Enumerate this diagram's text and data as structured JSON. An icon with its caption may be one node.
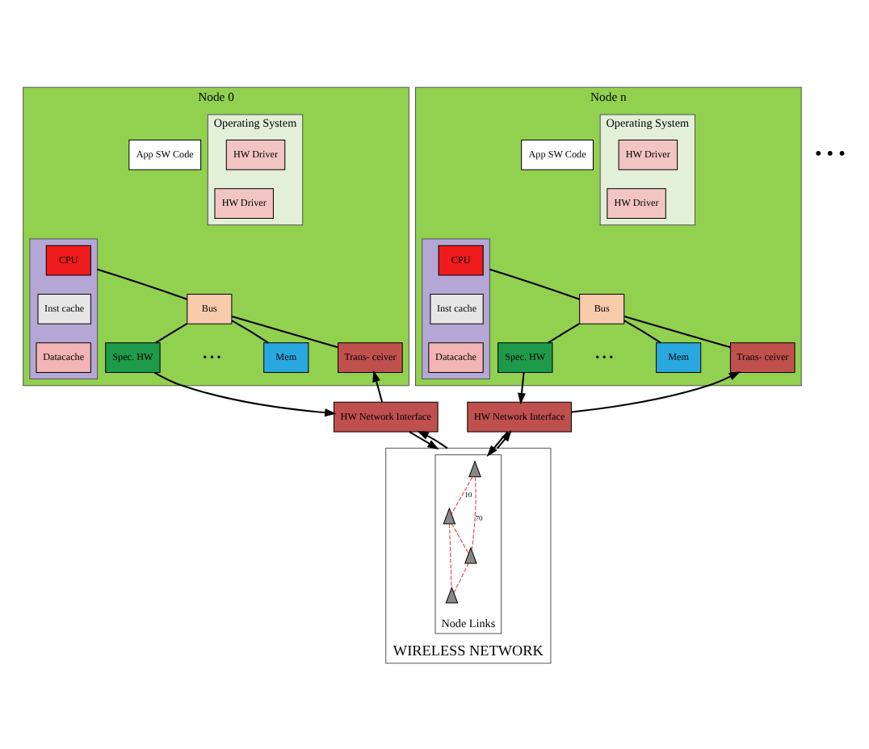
{
  "diagram": {
    "nodes": [
      {
        "text": [
          "Node 0"
        ]
      },
      {
        "text": [
          "App SW Code"
        ],
        "in": 0
      },
      {
        "text": [
          "Operating System"
        ],
        "in": 0
      },
      {
        "text": [
          "HW Driver"
        ],
        "in": 2
      },
      {
        "text": [
          "HW Driver"
        ],
        "in": 2
      },
      {
        "text": [],
        "shape": "box",
        "in": 0
      },
      {
        "text": [
          "CPU"
        ],
        "in": 5
      },
      {
        "text": [
          "Inst cache"
        ],
        "in": 5
      },
      {
        "text": [
          "Datacache"
        ],
        "in": 5
      },
      {
        "text": [
          "Bus"
        ],
        "in": 0
      },
      {
        "text": [
          "Spec. HW"
        ],
        "in": 0
      },
      {
        "text": [
          "Mem"
        ],
        "in": 0
      },
      {
        "text": [
          "Trans- ceiver"
        ],
        "in": 0
      },
      {
        "text": [
          "Node n"
        ]
      },
      {
        "text": [
          "App SW Code"
        ],
        "in": 13
      },
      {
        "text": [
          "Operating System"
        ],
        "in": 13
      },
      {
        "text": [
          "HW Driver"
        ],
        "in": 15
      },
      {
        "text": [
          "HW Driver"
        ],
        "in": 15
      },
      {
        "text": [],
        "shape": "box",
        "in": 13
      },
      {
        "text": [
          "CPU"
        ],
        "in": 18
      },
      {
        "text": [
          "Inst cache"
        ],
        "in": 18
      },
      {
        "text": [
          "Datacache"
        ],
        "in": 18
      },
      {
        "text": [
          "Bus"
        ],
        "in": 13
      },
      {
        "text": [
          "Spec. HW"
        ],
        "in": 13
      },
      {
        "text": [
          "Mem"
        ],
        "in": 13
      },
      {
        "text": [
          "Trans- ceiver"
        ],
        "in": 13
      },
      {
        "text": [
          "HW Network Interface"
        ]
      },
      {
        "text": [
          "HW Network Interface"
        ]
      },
      {
        "text": [
          "WIRELESS NETWORK"
        ]
      },
      {
        "text": [
          "Node Links"
        ],
        "in": 28
      },
      {
        "text": [],
        "shape": "tower",
        "in": 29
      },
      {
        "text": [],
        "shape": "tower",
        "in": 29
      },
      {
        "text": [],
        "shape": "tower",
        "in": 29
      },
      {
        "text": [],
        "shape": "tower",
        "in": 29
      }
    ],
    "edges": [
      {
        "from": 5,
        "to": 9,
        "arrow": "none"
      },
      {
        "from": 9,
        "to": 10,
        "arrow": "none"
      },
      {
        "from": 9,
        "to": 11,
        "arrow": "none"
      },
      {
        "from": 9,
        "to": 12,
        "arrow": "none"
      },
      {
        "from": 18,
        "to": 22,
        "arrow": "none"
      },
      {
        "from": 22,
        "to": 23,
        "arrow": "none"
      },
      {
        "from": 22,
        "to": 24,
        "arrow": "none"
      },
      {
        "from": 22,
        "to": 25,
        "arrow": "none"
      },
      {
        "from": 10,
        "to": 26,
        "arrow": "to"
      },
      {
        "from": 26,
        "to": 12,
        "arrow": "to"
      },
      {
        "from": 23,
        "to": 27,
        "arrow": "to"
      },
      {
        "from": 27,
        "to": 25,
        "arrow": "to"
      },
      {
        "from": 26,
        "to": 28,
        "arrow": "to"
      },
      {
        "from": 28,
        "to": 26,
        "arrow": "to"
      },
      {
        "from": 27,
        "to": 29,
        "arrow": "to"
      },
      {
        "from": 28,
        "to": 27,
        "arrow": "to"
      },
      {
        "from": 30,
        "to": 32,
        "arrow": "none",
        "label": "70",
        "style": "dashed",
        "color": "#e03030"
      },
      {
        "from": 30,
        "to": 31,
        "arrow": "none",
        "label": "10",
        "style": "dashed",
        "color": "#e03030"
      },
      {
        "from": 31,
        "to": 32,
        "arrow": "none",
        "style": "dashed",
        "color": "#e03030"
      },
      {
        "from": 31,
        "to": 33,
        "arrow": "none",
        "style": "dashed",
        "color": "#e03030"
      },
      {
        "from": 32,
        "to": 33,
        "arrow": "none",
        "style": "dashed",
        "color": "#e03030"
      }
    ],
    "labels": [
      "• • •",
      "• • •",
      "• • •"
    ]
  }
}
